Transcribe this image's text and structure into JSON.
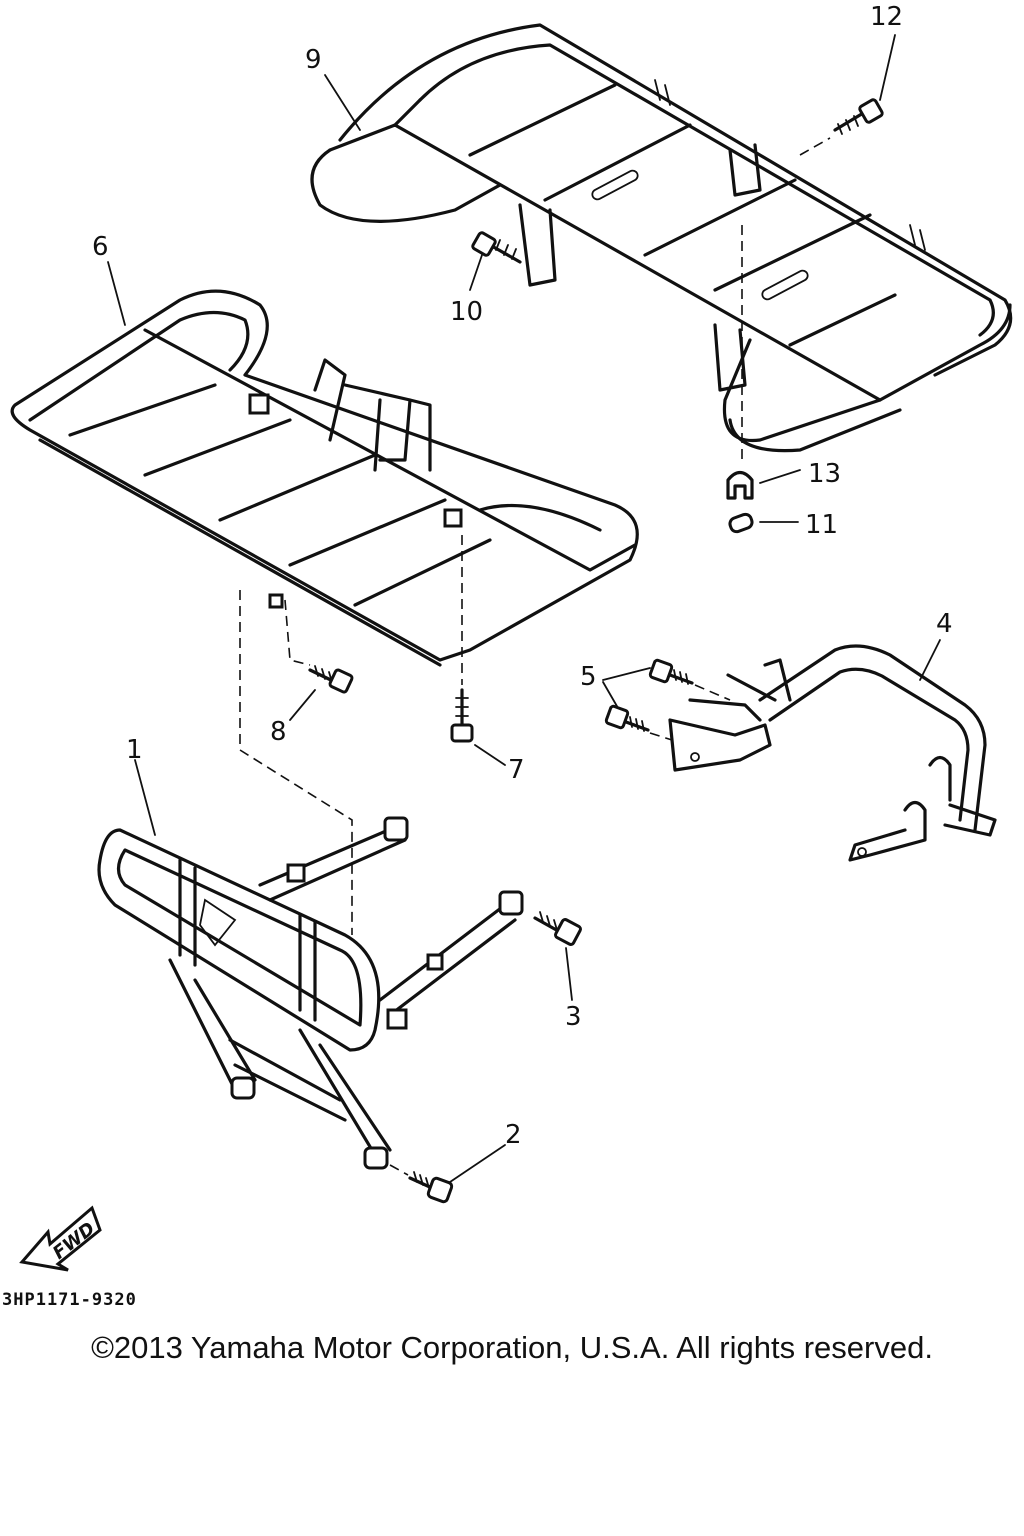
{
  "callouts": [
    {
      "id": "1",
      "label": "1"
    },
    {
      "id": "2",
      "label": "2"
    },
    {
      "id": "3",
      "label": "3"
    },
    {
      "id": "4",
      "label": "4"
    },
    {
      "id": "5",
      "label": "5"
    },
    {
      "id": "6",
      "label": "6"
    },
    {
      "id": "7",
      "label": "7"
    },
    {
      "id": "8",
      "label": "8"
    },
    {
      "id": "9",
      "label": "9"
    },
    {
      "id": "10",
      "label": "10"
    },
    {
      "id": "11",
      "label": "11"
    },
    {
      "id": "12",
      "label": "12"
    },
    {
      "id": "13",
      "label": "13"
    }
  ],
  "direction_badge": "FWD",
  "diagram_code": "3HP1171-9320",
  "copyright": "©2013 Yamaha Motor Corporation, U.S.A. All rights reserved."
}
